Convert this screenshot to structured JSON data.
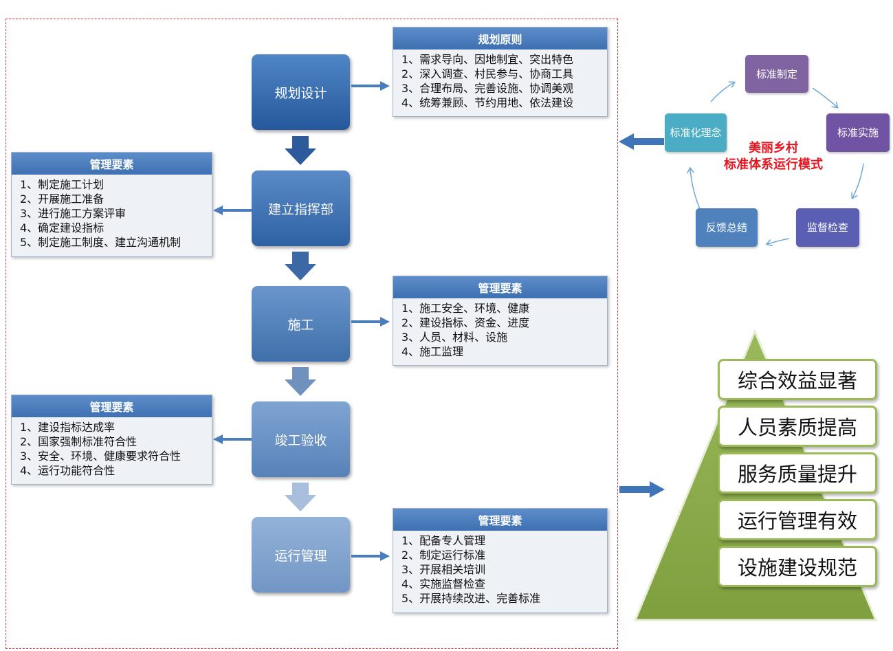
{
  "flow": {
    "steps": [
      "规划设计",
      "建立指挥部",
      "施工",
      "竣工验收",
      "运行管理"
    ]
  },
  "boxes": {
    "plan": {
      "title": "规划原则",
      "items": [
        "1、需求导向、因地制宜、突出特色",
        "2、深入调查、村民参与、协商工具",
        "3、合理布局、完善设施、协调美观",
        "4、统筹兼顾、节约用地、依法建设"
      ]
    },
    "hq": {
      "title": "管理要素",
      "items": [
        "1、制定施工计划",
        "2、开展施工准备",
        "3、进行施工方案评审",
        "4、确定建设指标",
        "5、制定施工制度、建立沟通机制"
      ]
    },
    "construction": {
      "title": "管理要素",
      "items": [
        "1、施工安全、环境、健康",
        "2、建设指标、资金、进度",
        "3、人员、材料、设施",
        "4、施工监理"
      ]
    },
    "acceptance": {
      "title": "管理要素",
      "items": [
        "1、建设指标达成率",
        "2、国家强制标准符合性",
        "3、安全、环境、健康要求符合性",
        "4、运行功能符合性"
      ]
    },
    "operation": {
      "title": "管理要素",
      "items": [
        "1、配备专人管理",
        "2、制定运行标准",
        "3、开展相关培训",
        "4、实施监督检查",
        "5、开展持续改进、完善标准"
      ]
    }
  },
  "cycle": {
    "title_line1": "美丽乡村",
    "title_line2": "标准体系运行模式",
    "nodes": {
      "make": "标准制定",
      "implement": "标准实施",
      "supervise": "监督检查",
      "feedback": "反馈总结",
      "concept": "标准化理念"
    },
    "colors": {
      "make": "#8064a2",
      "implement": "#7153a3",
      "supervise": "#5a5fb4",
      "feedback": "#4f81bd",
      "concept": "#4bacc6"
    }
  },
  "pyramid": {
    "items": [
      "综合效益显著",
      "人员素质提高",
      "服务质量提升",
      "运行管理有效",
      "设施建设规范"
    ],
    "color": "#8aa848"
  }
}
